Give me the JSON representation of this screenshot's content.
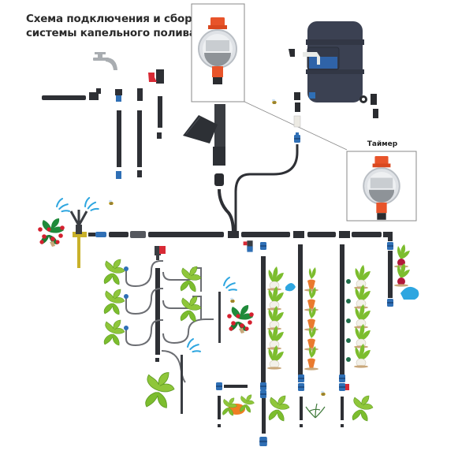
{
  "title": {
    "line1": "Схема подключения и сборки",
    "line2": "системы капельного полива"
  },
  "callout": {
    "label": "Таймер"
  },
  "components": [
    {
      "name": "water-tap",
      "icon": "faucet-icon"
    },
    {
      "name": "water-barrel",
      "icon": "barrel-icon"
    },
    {
      "name": "timer",
      "icon": "timer-icon"
    },
    {
      "name": "filter",
      "icon": "filter-icon"
    },
    {
      "name": "main-pipe",
      "icon": "pipe-icon"
    },
    {
      "name": "ball-valve",
      "icon": "valve-icon"
    },
    {
      "name": "sprinkler",
      "icon": "sprinkler-icon"
    },
    {
      "name": "drip-emitters",
      "icon": "dripper-icon"
    },
    {
      "name": "drip-line",
      "icon": "drip-tape-icon"
    }
  ],
  "plants": [
    "strawberry",
    "cucumber",
    "radish",
    "carrot",
    "beet",
    "pumpkin",
    "dill"
  ],
  "colors": {
    "pipe": "#33353b",
    "fitting_blue": "#2f6fb5",
    "valve_red": "#d82a35",
    "timer_orange": "#e8542a",
    "leaf_green": "#7cbd2e",
    "water_blue": "#2ea6e0",
    "barrel": "#3b4152",
    "sprinkler_yellow": "#c9b12a"
  }
}
